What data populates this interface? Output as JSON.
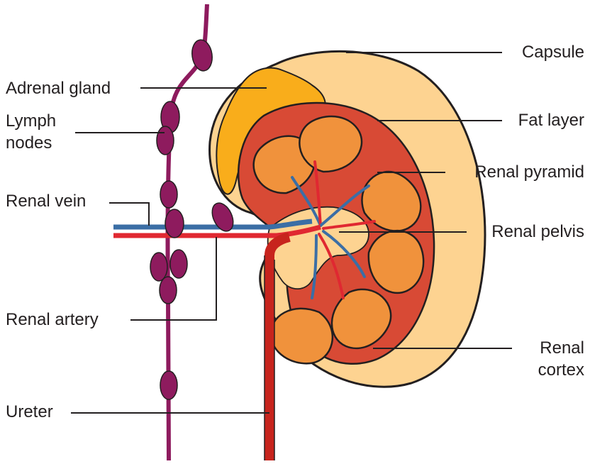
{
  "labels": {
    "adrenal_gland": "Adrenal gland",
    "lymph": "Lymph",
    "nodes": "nodes",
    "renal_vein": "Renal vein",
    "renal_artery": "Renal artery",
    "ureter": "Ureter",
    "capsule": "Capsule",
    "fat_layer": "Fat layer",
    "renal_pyramid": "Renal pyramid",
    "renal_pelvis": "Renal pelvis",
    "renal": "Renal",
    "cortex": "cortex"
  },
  "colors": {
    "lymph_vessel": "#8e1b5e",
    "lymph_node": "#8e1b5e",
    "capsule_fill": "#fdd391",
    "adrenal_fill": "#f9ad1b",
    "cortex_fill": "#d84a35",
    "pyramid_fill": "#f0923c",
    "artery": "#e02831",
    "vein": "#3b6ea5",
    "outline": "#231f20"
  }
}
